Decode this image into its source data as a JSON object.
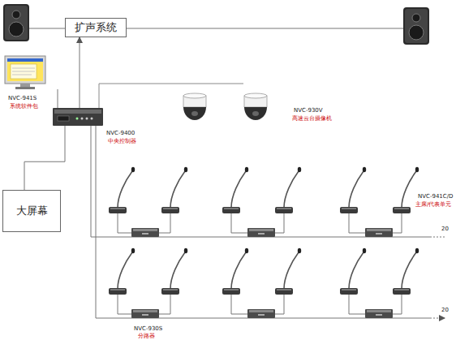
{
  "diagram": {
    "nodes": [
      {
        "text": [
          "扩声系统"
        ]
      },
      {
        "text": [
          "NVC-941S",
          "系统软件包"
        ]
      },
      {
        "text": [
          "NVC-9400",
          "中央控制器"
        ]
      },
      {
        "text": [
          "大屏幕"
        ]
      }
    ],
    "edges": [
      {
        "from": 2,
        "to": 0,
        "arrow": "to"
      },
      {
        "from": 1,
        "to": 2,
        "arrow": "none"
      },
      {
        "from": 2,
        "to": 3,
        "arrow": "none"
      }
    ],
    "labels": [
      "NVC-930V",
      "高速云台摄像机",
      "NVC-941C/D",
      "主席/代表单元",
      "20",
      "20",
      "NVC-930S",
      "分路器"
    ]
  }
}
